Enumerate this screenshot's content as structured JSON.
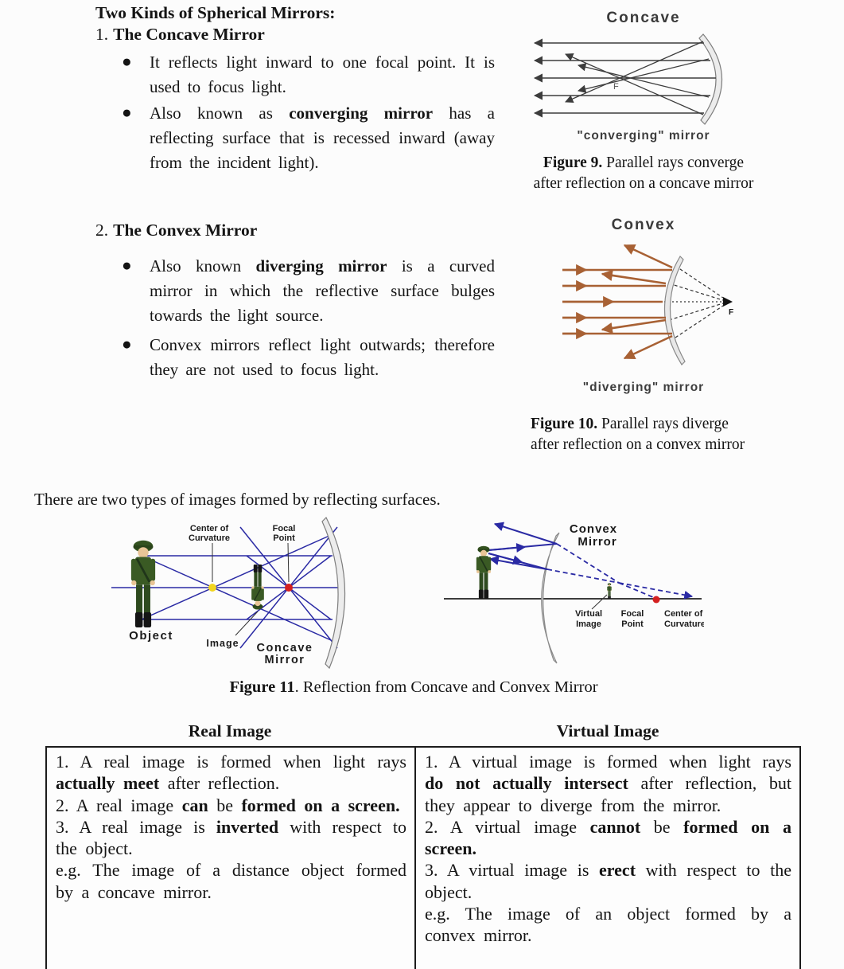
{
  "intro": {
    "heading": "Two Kinds of Spherical Mirrors:",
    "concave": {
      "number": "1.",
      "title": "The Concave Mirror",
      "bullets": [
        [
          {
            "t": "It reflects light inward to one focal point. It is used to focus light."
          }
        ],
        [
          {
            "t": "Also known as "
          },
          {
            "t": "converging mirror",
            "b": true
          },
          {
            "t": " has a reflecting surface that is recessed inward (away from the incident light)."
          }
        ]
      ]
    },
    "convex": {
      "number": "2.",
      "title": "The Convex Mirror",
      "bullets": [
        [
          {
            "t": "Also known "
          },
          {
            "t": "diverging mirror",
            "b": true
          },
          {
            "t": " is a curved mirror in which the reflective surface bulges towards the light source."
          }
        ],
        [
          {
            "t": "Convex mirrors reflect light outwards; therefore they are not used to focus light."
          }
        ]
      ]
    }
  },
  "fig9": {
    "title": "Concave",
    "mirror_label": "\"converging\" mirror",
    "focal_label": "F",
    "caption": [
      {
        "t": "Figure 9.",
        "b": true
      },
      {
        "t": " Parallel rays converge after reflection on a concave mirror"
      }
    ]
  },
  "fig10": {
    "title": "Convex",
    "mirror_label": "\"diverging\" mirror",
    "focal_label": "F",
    "caption": [
      {
        "t": "Figure 10.",
        "b": true
      },
      {
        "t": " Parallel rays diverge after reflection on a convex mirror"
      }
    ]
  },
  "middle_sentence": "There are two types of images formed by reflecting surfaces.",
  "fig11": {
    "left": {
      "center_line1": "Center of",
      "center_line2": "Curvature",
      "focal_line1": "Focal",
      "focal_line2": "Point",
      "object": "Object",
      "image": "Image",
      "mirror_line1": "Concave",
      "mirror_line2": "Mirror"
    },
    "right": {
      "mirror_line1": "Convex",
      "mirror_line2": "Mirror",
      "virtual_line1": "Virtual",
      "virtual_line2": "Image",
      "focal_line1": "Focal",
      "focal_line2": "Point",
      "center_line1": "Center of",
      "center_line2": "Curvature"
    },
    "caption": [
      {
        "t": "Figure 11",
        "b": true
      },
      {
        "t": ". Reflection from Concave and Convex Mirror"
      }
    ]
  },
  "table": {
    "headers": [
      "Real Image",
      "Virtual Image"
    ],
    "real_rows": [
      [
        {
          "t": "1. A real image is formed when light rays "
        },
        {
          "t": "actually meet",
          "b": true
        },
        {
          "t": " after reflection."
        }
      ],
      [
        {
          "t": "2. A real image "
        },
        {
          "t": "can",
          "b": true
        },
        {
          "t": " be "
        },
        {
          "t": "formed on a screen.",
          "b": true
        }
      ],
      [
        {
          "t": "3. A real image is "
        },
        {
          "t": "inverted",
          "b": true
        },
        {
          "t": " with respect to the object."
        }
      ],
      [
        {
          "t": "e.g. The image of a distance object formed by a concave mirror."
        }
      ]
    ],
    "virtual_rows": [
      [
        {
          "t": "1. A virtual image is formed when light rays "
        },
        {
          "t": "do not actually intersect",
          "b": true
        },
        {
          "t": " after reflection, but they appear to diverge from the mirror."
        }
      ],
      [
        {
          "t": "2. A virtual image "
        },
        {
          "t": "cannot",
          "b": true
        },
        {
          "t": " be "
        },
        {
          "t": "formed on a screen.",
          "b": true
        }
      ],
      [
        {
          "t": "3. A virtual image is "
        },
        {
          "t": "erect",
          "b": true
        },
        {
          "t": " with respect to the object."
        }
      ],
      [
        {
          "t": "e.g. The image of an object formed by a convex mirror."
        }
      ]
    ]
  },
  "colors": {
    "ray_gray": "#3c3c3c",
    "ray_brown": "#a86134",
    "ray_blue": "#2a2aa4",
    "dot_yellow": "#f2d51e",
    "dot_red": "#d42020",
    "mirror_fill": "#e9e9e9",
    "mirror_stroke": "#7d7d7d"
  }
}
